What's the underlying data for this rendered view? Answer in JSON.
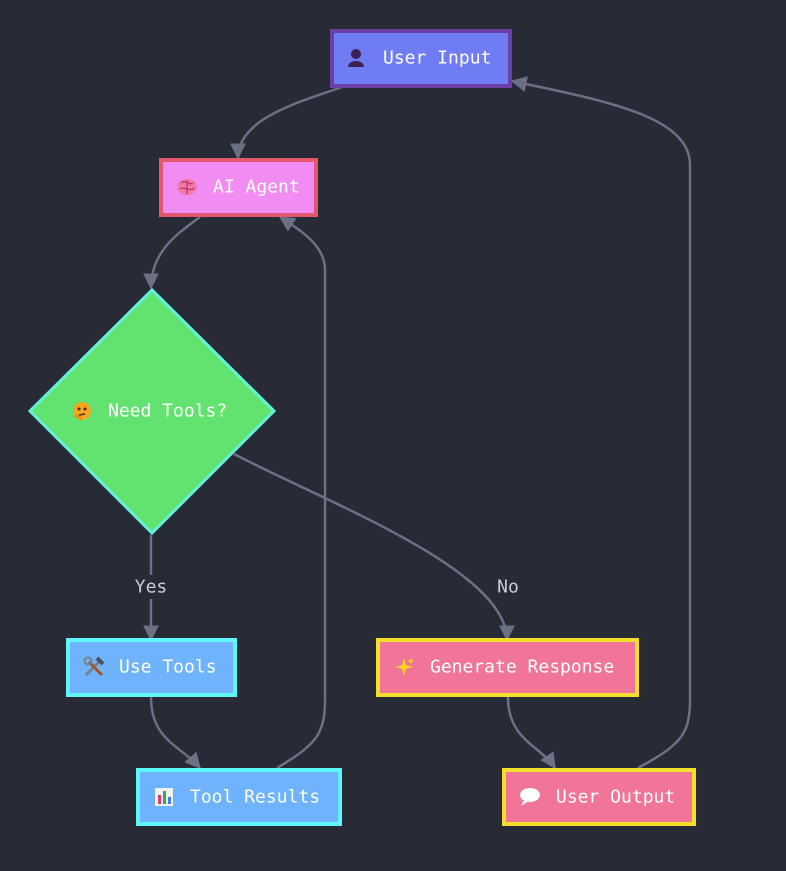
{
  "diagram": {
    "nodes": {
      "user_input": {
        "label": "User Input",
        "icon": "user-silhouette-icon",
        "fill": "#6f7cf2",
        "stroke": "#6a3fa6"
      },
      "ai_agent": {
        "label": "AI Agent",
        "icon": "brain-icon",
        "fill": "#f08cf2",
        "stroke": "#e3566c"
      },
      "need_tools": {
        "label": "Need Tools?",
        "icon": "thinking-face-icon",
        "fill": "#62e36f",
        "stroke": "#63f0d9"
      },
      "use_tools": {
        "label": "Use Tools",
        "icon": "hammer-wrench-icon",
        "fill": "#6eb3fb",
        "stroke": "#5ef6f6"
      },
      "tool_results": {
        "label": "Tool Results",
        "icon": "bar-chart-icon",
        "fill": "#6eb3fb",
        "stroke": "#5ef6f6"
      },
      "generate_response": {
        "label": "Generate Response",
        "icon": "sparkles-icon",
        "fill": "#f07598",
        "stroke": "#f4df2d"
      },
      "user_output": {
        "label": "User Output",
        "icon": "speech-bubble-icon",
        "fill": "#f07598",
        "stroke": "#f4df2d"
      }
    },
    "edges": {
      "yes_label": "Yes",
      "no_label": "No"
    },
    "colors": {
      "background": "#282a36",
      "edge": "#6b7084",
      "edge_label": "#c8ccd8",
      "text": "#ffffff"
    }
  }
}
